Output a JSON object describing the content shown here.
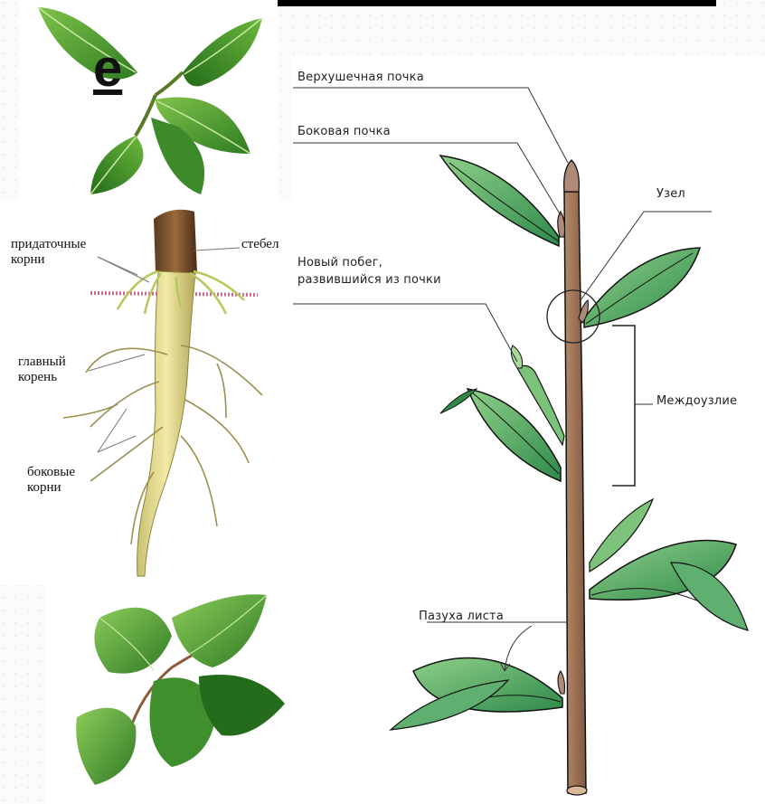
{
  "big_letter": "e",
  "root_labels": {
    "adventitious": "придаточные\nкорни",
    "stem": "стебел",
    "main_root": "главный\nкорень",
    "lateral": "боковые\nкорни"
  },
  "shoot_labels": {
    "apical_bud": "Верхушечная почка",
    "lateral_bud": "Боковая почка",
    "node": "Узел",
    "new_shoot": "Новый побег,\nразвившийся из почки",
    "internode": "Междоузлие",
    "leaf_axil": "Пазуха листа"
  }
}
